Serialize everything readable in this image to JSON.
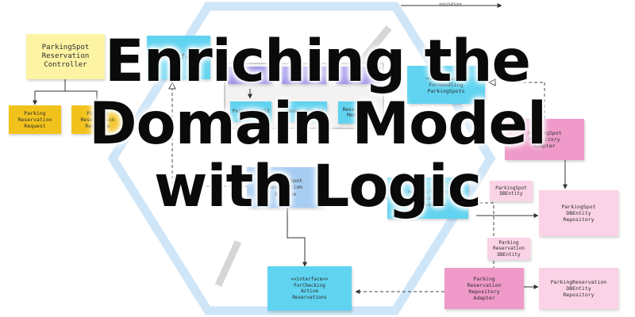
{
  "title": {
    "line1": "Enriching the",
    "line2": "Domain Model",
    "line3": "with Logic"
  },
  "legend": {
    "uses": "<<uses>>"
  },
  "notes": {
    "reservation_controller": "ParkingSpot\nReservation\nController",
    "reservation_request": "Parking\nReservation\nRequest",
    "reservation_response": "Parking\nReservation\nResponse",
    "interface_left": "<<interface>>",
    "parking_spot_id": "ParkingSpotId",
    "reservation_id": "ReservationId",
    "reserving_member": "Reserving\nMember",
    "interface_parking_spots": "<<interface>>\nForHandling\nParkingSpots",
    "parking_spot_adapter": "ParkingSpot\nRepository\nAdapter",
    "reservation_service": "ParkingSpot\nReservation\nService",
    "interface_storing": "<<interface>>\nForStoring\nReservations",
    "parking_spot_dbentity": "ParkingSpot\nDBEntity",
    "parking_spot_dbentity_repo": "ParkingSpot\nDBEntity\nRepository",
    "parking_reservation_dbentity": "Parking\nReservation\nDBEntity",
    "interface_checking": "<<interface>>\nForChecking\nActive\nReservations",
    "reservation_repo_adapter": "Parking\nReservation\nRepository\nAdapter",
    "reservation_dbentity_repo": "ParkingReservation\nDBEntity\nRepository"
  }
}
